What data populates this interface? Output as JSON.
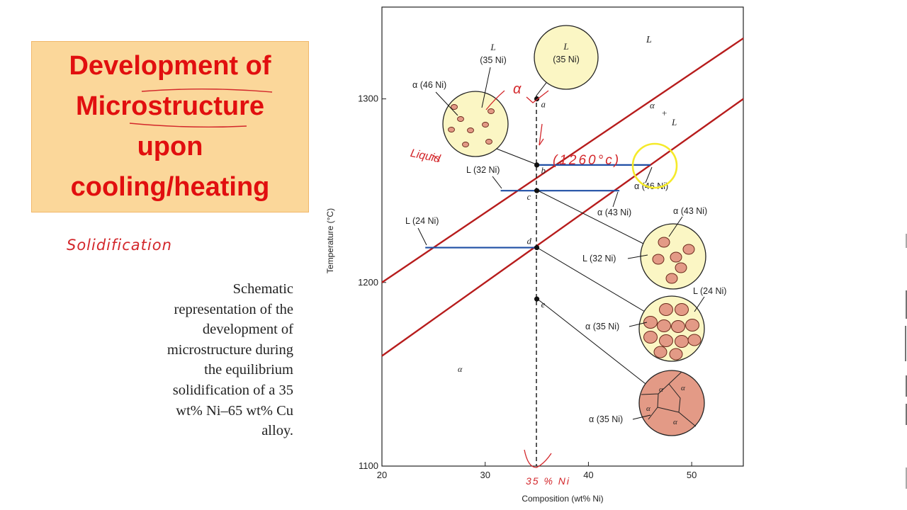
{
  "slide_title": {
    "lines": [
      "Development of",
      "Microstructure",
      "upon",
      "cooling/heating"
    ]
  },
  "handwritten_notes": {
    "solidification": "Solidification",
    "liquid": "Liquid",
    "alpha": "α",
    "temp_1260": "(1260°c)",
    "composition_35": "35 % Ni"
  },
  "caption": {
    "lines": [
      "Schematic",
      "representation of the",
      "development of",
      "microstructure during",
      "the equilibrium",
      "solidification of a 35",
      "wt% Ni–65 wt% Cu",
      "alloy."
    ]
  },
  "chart_data": {
    "type": "phase-diagram",
    "xlabel": "Composition (wt% Ni)",
    "ylabel": "Temperature (°C)",
    "xlim": [
      20,
      55
    ],
    "ylim": [
      1100,
      1350
    ],
    "x_ticks": [
      20,
      30,
      40,
      50
    ],
    "y_ticks": [
      1100,
      1200,
      1300
    ],
    "liquidus": {
      "x": [
        20,
        55
      ],
      "y": [
        1200,
        1333
      ]
    },
    "solidus": {
      "x": [
        20,
        55
      ],
      "y": [
        1160,
        1300
      ]
    },
    "region_labels": [
      {
        "text": "L",
        "x": 45.4,
        "y": 1333
      },
      {
        "text": "α",
        "x": 45.5,
        "y": 1300
      },
      {
        "text": "+",
        "x": 46.7,
        "y": 1295
      },
      {
        "text": "L",
        "x": 47.7,
        "y": 1290
      },
      {
        "text": "α",
        "x": 27.2,
        "y": 1153
      }
    ],
    "alloy_composition": 35,
    "points": [
      {
        "label": "a",
        "x": 35,
        "y": 1300
      },
      {
        "label": "b",
        "x": 35,
        "y": 1264
      },
      {
        "label": "c",
        "x": 35,
        "y": 1250
      },
      {
        "label": "d",
        "x": 35,
        "y": 1219
      },
      {
        "label": "e",
        "x": 35,
        "y": 1191
      }
    ],
    "tie_lines": [
      {
        "y": 1264,
        "x": [
          35,
          46
        ]
      },
      {
        "y": 1250,
        "x": [
          31.5,
          43
        ]
      },
      {
        "y": 1219,
        "x": [
          24.2,
          35
        ]
      }
    ],
    "microstructures": [
      {
        "stage": "a",
        "labels": [
          "L",
          "(35 Ni)"
        ]
      },
      {
        "stage": "b",
        "labels": [
          "L",
          "(35 Ni)",
          "α (46 Ni)"
        ]
      },
      {
        "stage": "c",
        "labels": [
          "α (43 Ni)",
          "L (32 Ni)"
        ]
      },
      {
        "stage": "d",
        "labels": [
          "L (24 Ni)",
          "α (35 Ni)"
        ]
      },
      {
        "stage": "e",
        "labels": [
          "α (35 Ni)"
        ]
      }
    ],
    "annotations": [
      {
        "text": "L (32 Ni)",
        "near": "c"
      },
      {
        "text": "α (43 Ni)",
        "near": "c"
      },
      {
        "text": "L (24 Ni)",
        "near": "d"
      },
      {
        "text": "α (46 Ni)",
        "near": "b"
      }
    ]
  },
  "colors": {
    "title_bg": "#fbd79a",
    "title_text": "#e10f0f",
    "phase_line": "#b71c1c",
    "tie_line": "#1f4fa5",
    "liquid_fill": "#fbf6c4",
    "alpha_fill": "#e39a86",
    "handwriting": "#d3272b",
    "highlight": "#f5ea2a"
  }
}
